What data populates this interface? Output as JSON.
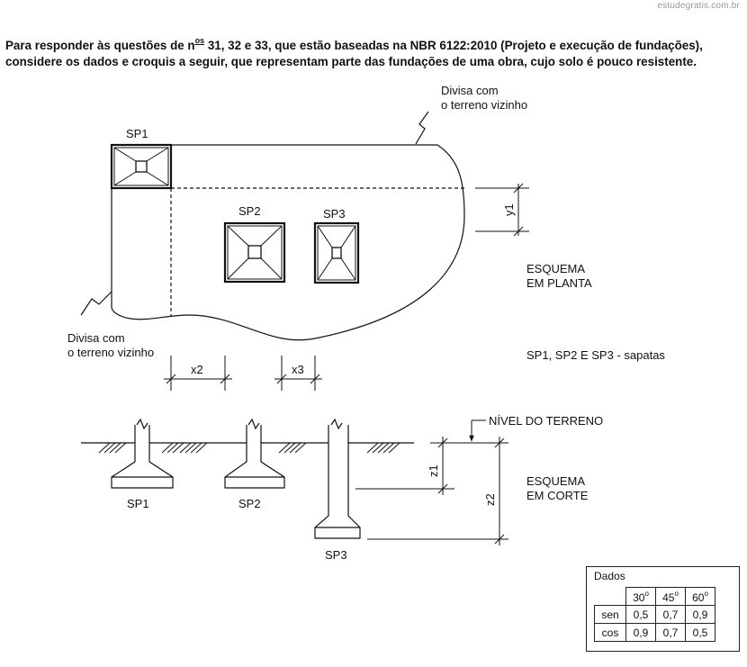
{
  "watermark": "estudegratis.com.br",
  "intro": {
    "before": "Para responder às questões de n",
    "sup": "os",
    "after": " 31, 32 e 33, que estão baseadas na NBR 6122:2010 (Projeto e execução de fundações), considere os dados e croquis a seguir, que representam parte das fundações de uma obra, cujo solo é pouco resistente."
  },
  "plan": {
    "divisa_top_1": "Divisa com",
    "divisa_top_2": "o terreno vizinho",
    "divisa_left_1": "Divisa com",
    "divisa_left_2": "o terreno vizinho",
    "sp1": "SP1",
    "sp2": "SP2",
    "sp3": "SP3",
    "y1": "y1",
    "x2": "x2",
    "x3": "x3",
    "esquema_1": "ESQUEMA",
    "esquema_2": "EM PLANTA",
    "legend": "SP1, SP2 E SP3 - sapatas"
  },
  "section": {
    "nivel": "NÍVEL DO TERRENO",
    "z1": "z1",
    "z2": "z2",
    "sp1": "SP1",
    "sp2": "SP2",
    "sp3": "SP3",
    "esquema_1": "ESQUEMA",
    "esquema_2": "EM CORTE"
  },
  "dados": {
    "title": "Dados",
    "angles": [
      "30",
      "45",
      "60"
    ],
    "deg_symbol": "o",
    "rows": [
      {
        "label": "sen",
        "values": [
          "0,5",
          "0,7",
          "0,9"
        ]
      },
      {
        "label": "cos",
        "values": [
          "0,9",
          "0,7",
          "0,5"
        ]
      }
    ]
  }
}
